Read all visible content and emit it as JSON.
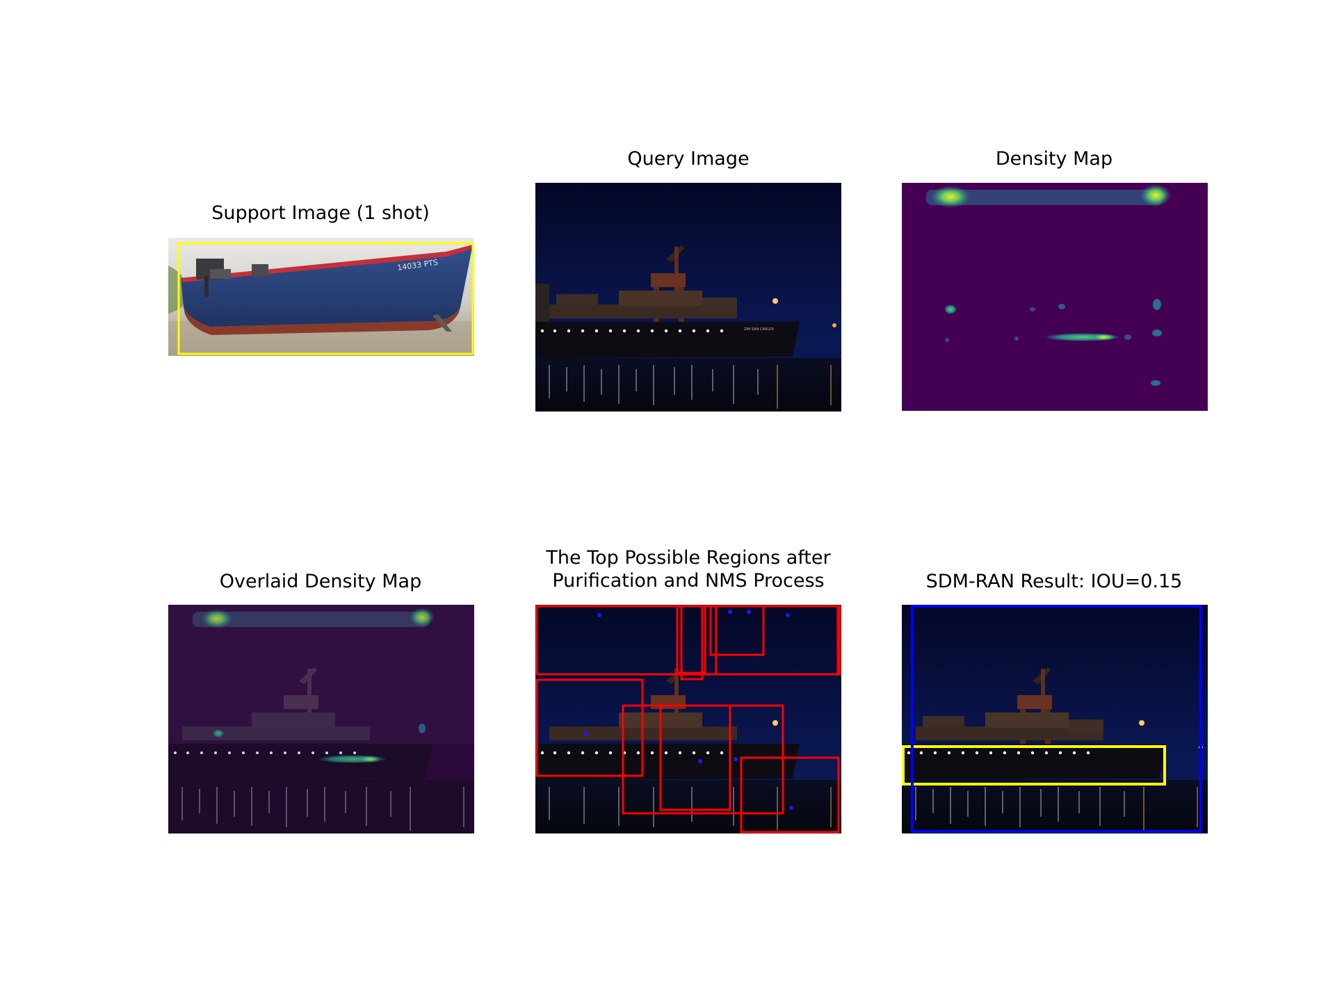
{
  "panels": {
    "support": {
      "title": "Support Image (1 shot)",
      "hull_text": "14033 PTS"
    },
    "query": {
      "title": "Query Image",
      "hull_text": "ZIM SAN CARLOS"
    },
    "density": {
      "title": "Density Map"
    },
    "overlaid": {
      "title": "Overlaid Density Map"
    },
    "regions": {
      "title_line1": "The Top Possible Regions after",
      "title_line2": "Purification and NMS Process"
    },
    "result": {
      "title": "SDM-RAN Result: IOU=0.15"
    }
  },
  "colors": {
    "support_box": "#ffff00",
    "region_box": "#ff0000",
    "gt_box": "#ffff00",
    "pred_box": "#0000ff",
    "density_background": "#440154",
    "density_peak": "#fde725",
    "density_mid": "#21918c",
    "night_sky": "#050a33"
  }
}
